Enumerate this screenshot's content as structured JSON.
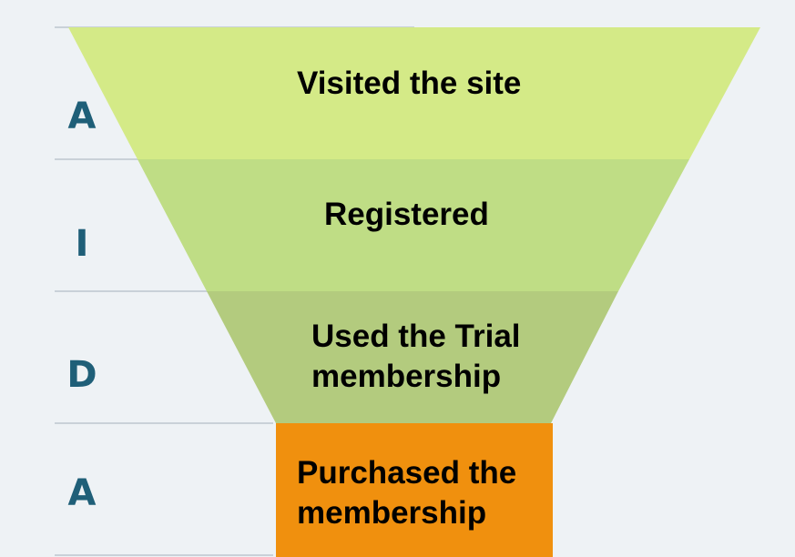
{
  "colors": {
    "background": "#eef2f5",
    "divider": "#c9d1d8",
    "letter": "#1f5f78",
    "text": "#000000",
    "stages": [
      "#d4ea87",
      "#bfdd85",
      "#b3cb7e",
      "#f0900e"
    ]
  },
  "funnel": {
    "stages": [
      {
        "letter": "A",
        "lines": [
          "Visited the site"
        ]
      },
      {
        "letter": "I",
        "lines": [
          "Registered"
        ]
      },
      {
        "letter": "D",
        "lines": [
          "Used the Trial",
          "membership"
        ]
      },
      {
        "letter": "A",
        "lines": [
          "Purchased the",
          "membership"
        ]
      }
    ]
  }
}
